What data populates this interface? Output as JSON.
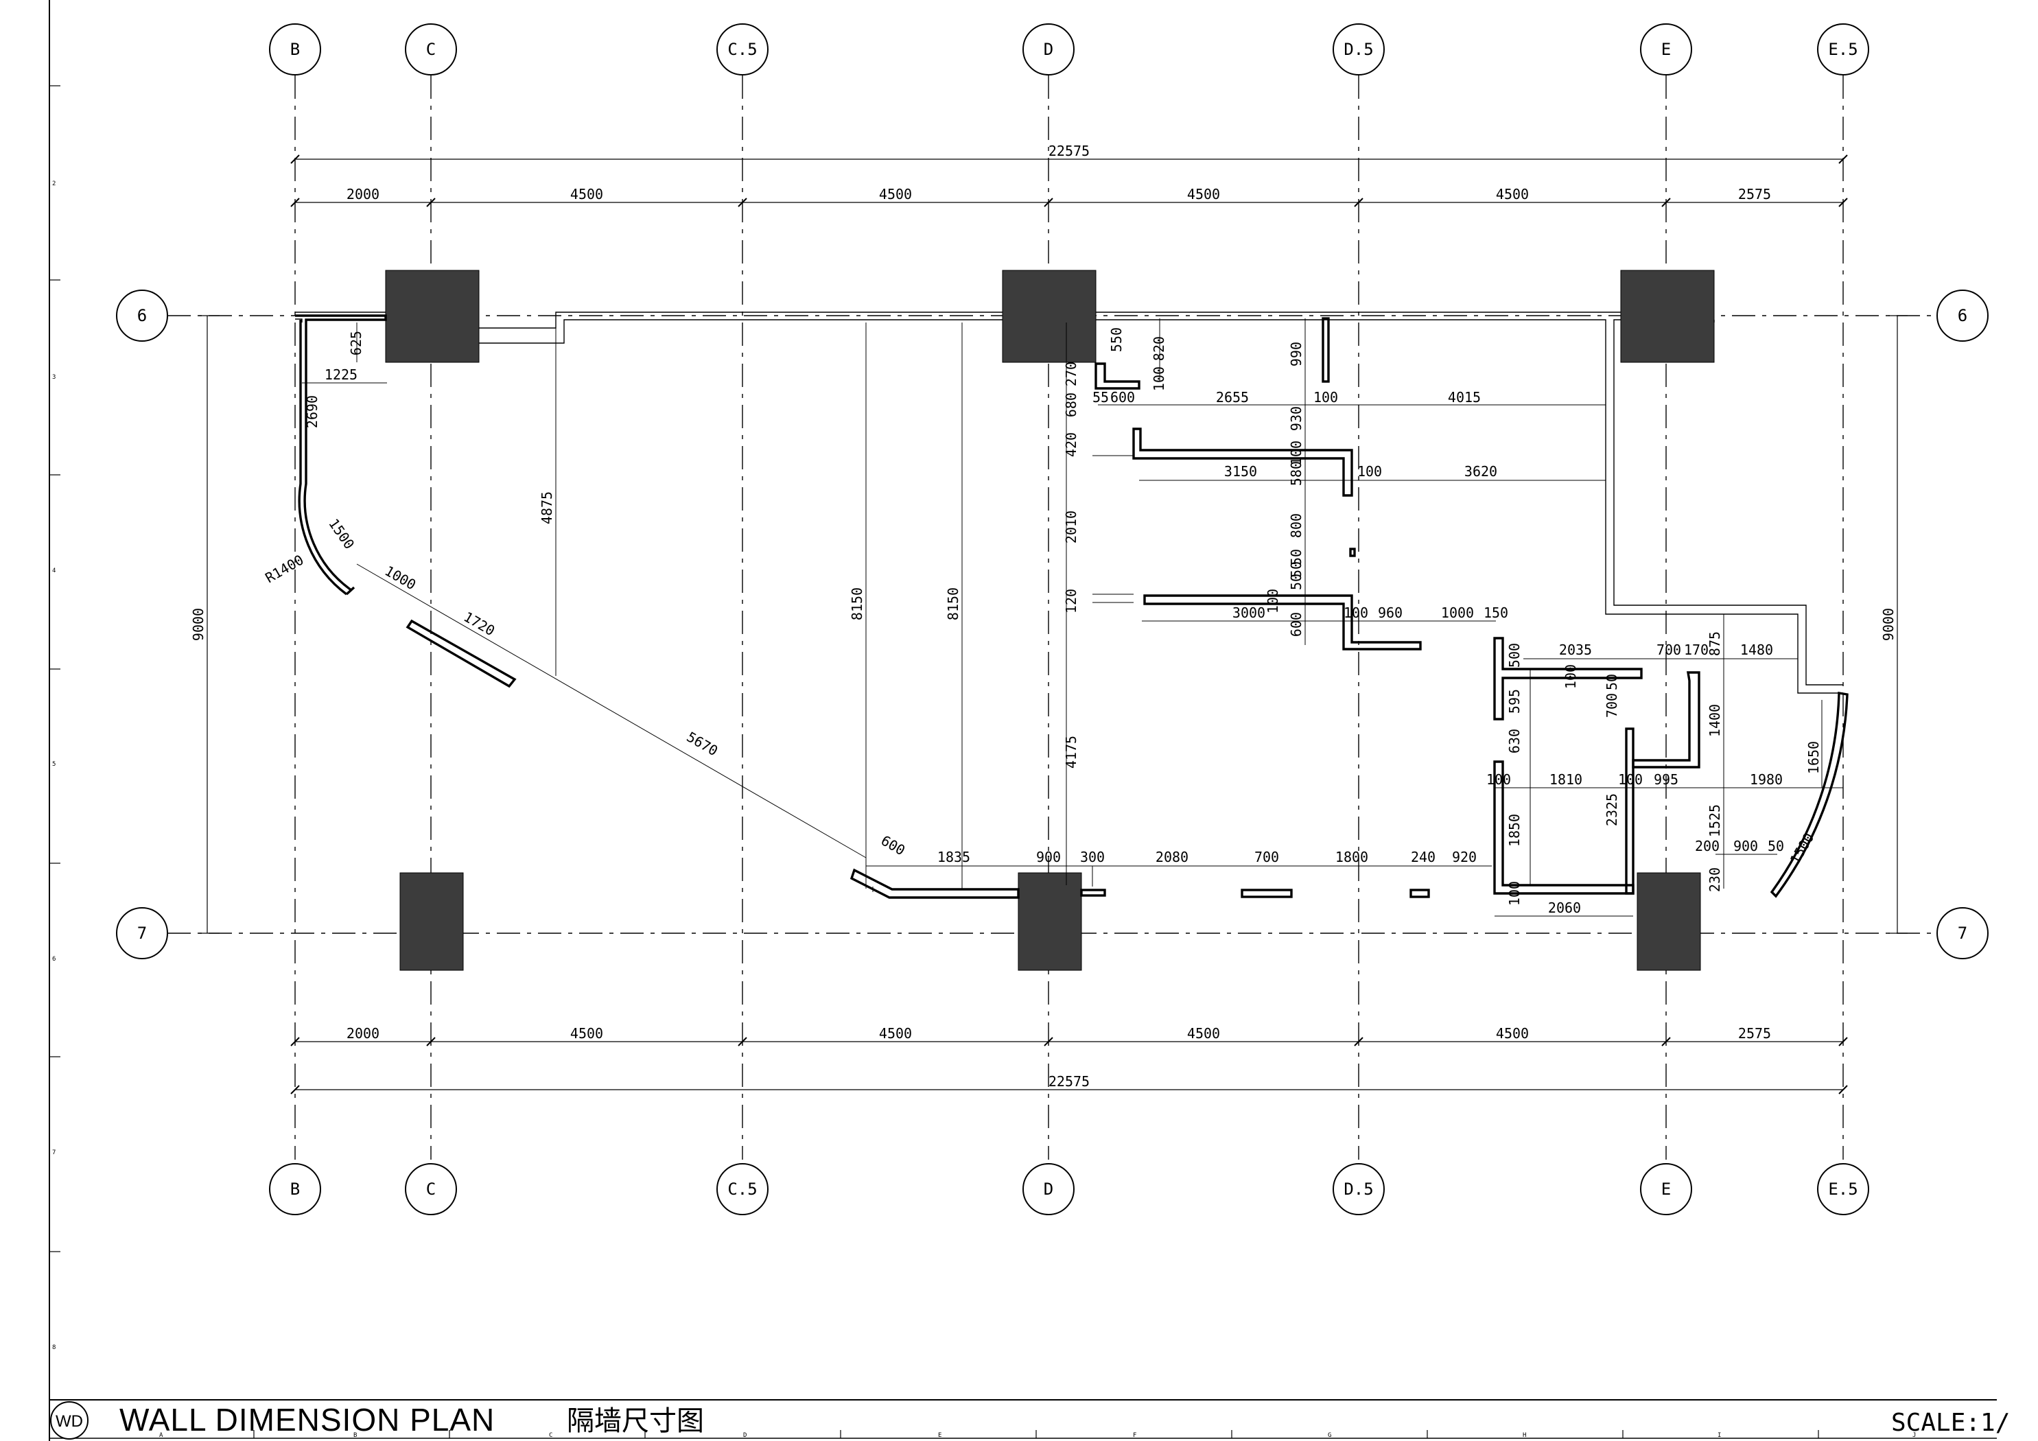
{
  "title_block": {
    "badge": "WD",
    "title_en": "WALL DIMENSION PLAN",
    "title_cn": "隔墙尺寸图",
    "scale": "SCALE:1/"
  },
  "grid": {
    "columns": [
      "B",
      "C",
      "C.5",
      "D",
      "D.5",
      "E",
      "E.5"
    ],
    "rows": [
      "6",
      "7"
    ]
  },
  "dimensions": {
    "overall_top": "22575",
    "overall_bottom": "22575",
    "bays_top": [
      "2000",
      "4500",
      "4500",
      "4500",
      "4500",
      "2575"
    ],
    "bays_bottom": [
      "2000",
      "4500",
      "4500",
      "4500",
      "4500",
      "2575"
    ],
    "row_left": "9000",
    "row_right": "9000",
    "labels": [
      "625",
      "1225",
      "2690",
      "R1400",
      "1500",
      "1000",
      "1720",
      "5670",
      "4875",
      "8150",
      "8150",
      "600",
      "1835",
      "900",
      "300",
      "2080",
      "700",
      "1800",
      "240",
      "920",
      "550",
      "820",
      "100",
      "270",
      "55",
      "600",
      "2655",
      "100",
      "4015",
      "990",
      "680",
      "930",
      "420",
      "3150",
      "580",
      "100",
      "100",
      "3620",
      "2010",
      "800",
      "50",
      "50",
      "50",
      "120",
      "3000",
      "100",
      "100",
      "960",
      "1000",
      "150",
      "600",
      "4175",
      "500",
      "2035",
      "700",
      "170",
      "875",
      "1480",
      "100",
      "700",
      "50",
      "595",
      "1400",
      "630",
      "100",
      "1810",
      "100",
      "995",
      "1980",
      "1650",
      "1850",
      "2325",
      "1525",
      "200",
      "900",
      "50",
      "1500",
      "230",
      "100",
      "2060"
    ]
  },
  "border_ticks_left": [
    "2",
    "3",
    "4",
    "5",
    "6",
    "7",
    "8"
  ],
  "border_ticks_bottom": [
    "A",
    "B",
    "C",
    "D",
    "E",
    "F",
    "G",
    "H",
    "I",
    "J"
  ]
}
